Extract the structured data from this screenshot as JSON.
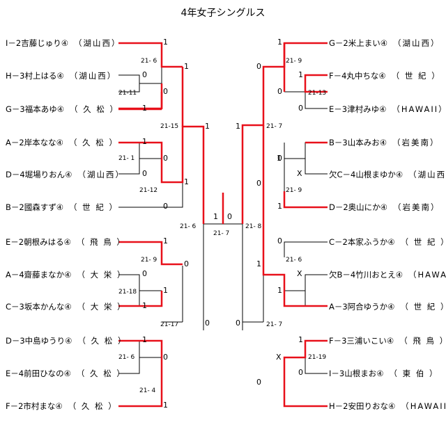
{
  "title": "4年女子シングルス",
  "entries": [
    {
      "name": "I－2吉藤じゅり④",
      "team": "（湖山西）"
    },
    {
      "name": "H－3村上はる④",
      "team": "（湖山西）"
    },
    {
      "name": "G－3福本あゆ④",
      "team": "（ 久 松 ）"
    },
    {
      "name": "A－2岸本なな④",
      "team": "（ 久 松 ）"
    },
    {
      "name": "D－4堀場りおん④",
      "team": "（湖山西）"
    },
    {
      "name": "B－2國森すず④",
      "team": "（ 世 紀 ）"
    },
    {
      "name": "E－2朝根みはる④",
      "team": "（ 飛 鳥 ）"
    },
    {
      "name": "A－4齋藤まなか④",
      "team": "（ 大 栄 ）"
    },
    {
      "name": "C－3坂本かんな④",
      "team": "（ 大 栄 ）"
    },
    {
      "name": "D－3中島ゆうり④",
      "team": "（ 久 松 ）"
    },
    {
      "name": "E－4前田ひなの④",
      "team": "（ 久 松 ）"
    },
    {
      "name": "F－2市村まな④",
      "team": "（ 久 松 ）"
    },
    {
      "name": "G－2米上まい④",
      "team": "（湖山西）"
    },
    {
      "name": "F－4丸中ちな④",
      "team": "（ 世 紀 ）"
    },
    {
      "name": "E－3津村みゆ④",
      "team": "（HAWAII）"
    },
    {
      "name": "B－3山本みお④",
      "team": "（岩美南）"
    },
    {
      "name": "欠C－4山根まゆか④",
      "team": "（湖山西）"
    },
    {
      "name": "D－2奥山にか④",
      "team": "（岩美南）"
    },
    {
      "name": "C－2本家ふうか④",
      "team": "（ 世 紀 ）"
    },
    {
      "name": "欠B－4竹川おとえ④",
      "team": "（HAWAII）"
    },
    {
      "name": "A－3阿合ゆうか④",
      "team": "（ 世 紀 ）"
    },
    {
      "name": "F－3三浦いこい④",
      "team": "（ 飛 鳥 ）"
    },
    {
      "name": "I－3山根まお④",
      "team": "（ 東 伯 ）"
    },
    {
      "name": "H－2安田りおな④",
      "team": "（HAWAII）"
    }
  ],
  "marks": [
    "1",
    "0",
    "1",
    "1",
    "0",
    "0",
    "1",
    "0",
    "1",
    "1",
    "0",
    "1",
    "1",
    "0",
    "0",
    "1",
    "0",
    "1",
    "0",
    "1",
    "1",
    "1",
    "0",
    "0",
    "1",
    "0",
    "1",
    "0",
    "0",
    "1",
    "1",
    "0",
    "1",
    "1",
    "0",
    "0",
    "X",
    "1",
    "0",
    "X",
    "1",
    "0",
    "X",
    "0",
    "1",
    "0",
    "1",
    "0",
    "0",
    "0",
    "1",
    "1"
  ],
  "scores": [
    "21- 6",
    "21-11",
    "21- 1",
    "21-12",
    "21-15",
    "21- 9",
    "21-18",
    "21- 6",
    "21- 4",
    "21-17",
    "21- 6",
    "21- 7",
    "21- 8",
    "21- 9",
    "21-13",
    "21- 7",
    "21- 9",
    "21- 6",
    "21-19",
    "21- 7"
  ],
  "colors": {
    "winner": "#e8101a",
    "normal": "#000000"
  }
}
